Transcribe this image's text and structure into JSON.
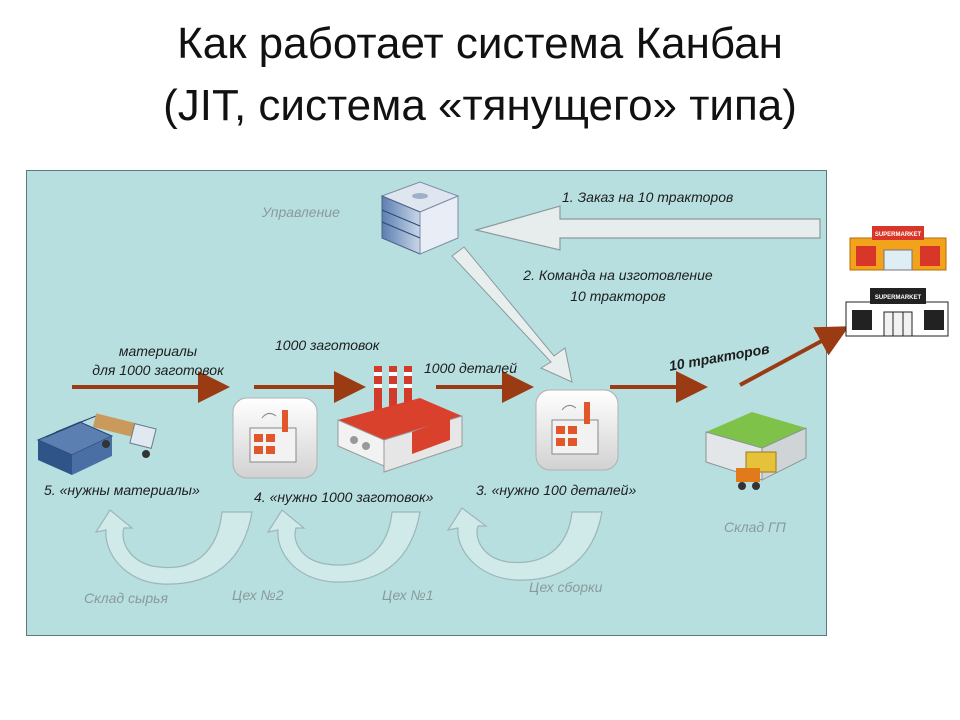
{
  "title": {
    "line1": "Как работает система Канбан",
    "line2": "(JIT, система «тянущего» типа)"
  },
  "diagram": {
    "management": "Управление",
    "order": "1. Заказ на 10 тракторов",
    "command_line1": "2. Команда на изготовление",
    "command_line2": "10 тракторов",
    "materials_line1": "материалы",
    "materials_line2": "для 1000 заготовок",
    "blanks": "1000 заготовок",
    "details": "1000 деталей",
    "tractors": "10 тракторов",
    "need_materials": "5. «нужны материалы»",
    "need_blanks": "4. «нужно 1000 заготовок»",
    "need_details": "3. «нужно 100 деталей»",
    "raw_warehouse": "Склад сырья",
    "shop2": "Цех №2",
    "shop1": "Цех №1",
    "assembly": "Цех сборки",
    "finished_warehouse": "Склад ГП",
    "supermarket_sign": "SUPERMARKET"
  },
  "colors": {
    "panel": "#b7dfdf",
    "flow_arrow": "#9a3b14",
    "grey_text": "#8a9a9c"
  }
}
